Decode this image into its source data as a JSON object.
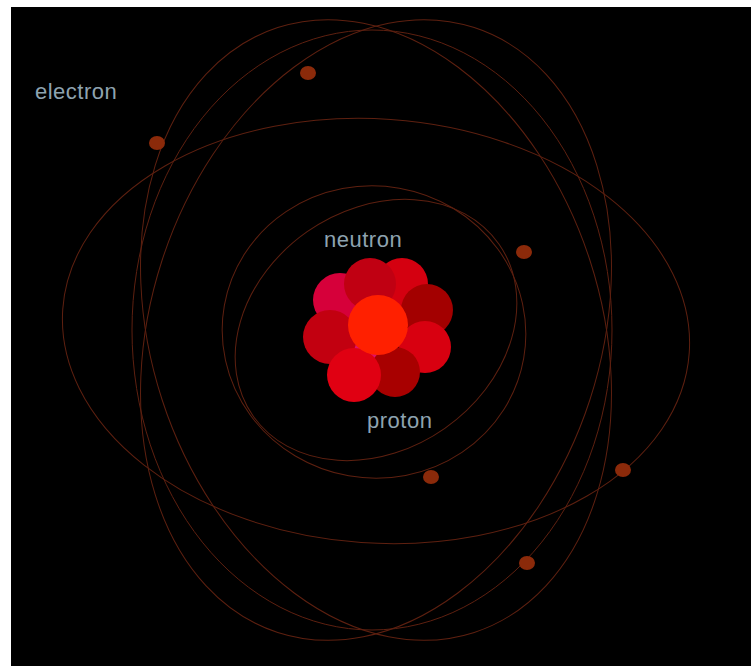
{
  "diagram": {
    "labels": [
      "electron",
      "neutron",
      "proton"
    ]
  }
}
